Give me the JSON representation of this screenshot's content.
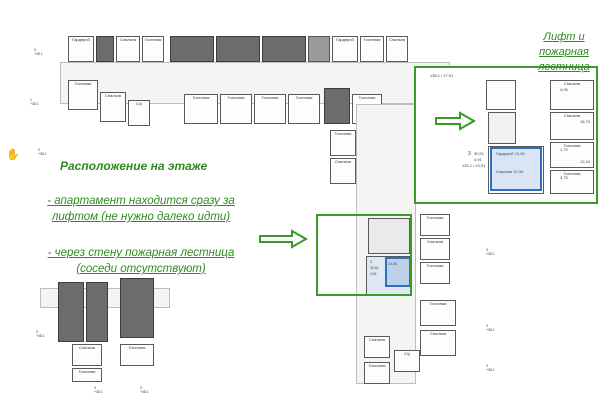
{
  "labels": {
    "location": "Расположение на этаже",
    "callout_title_line1": "Лифт и",
    "callout_title_line2": "пожарная",
    "callout_title_line3": "лестница",
    "note1_line1": "- апартамент находится сразу за",
    "note1_line2": "лифтом (не нужно далеко идти)",
    "note2_line1": "- через стену пожарная лестница",
    "note2_line2": "(соседи отсутствуют)"
  },
  "room_names": {
    "bathroom": "Гардероб",
    "living": "Гостиная",
    "bedroom": "Спальня",
    "bath": "С/у"
  },
  "highlight": {
    "apt_no": "3",
    "area_total": "30,51",
    "area_living": "4,91",
    "room_area": "10,00"
  },
  "callout_values": {
    "level_mark": "±38.1 / 17.51",
    "apt_no": "3",
    "area_total": "30,51",
    "area_living": "4,91",
    "corridor": "±25.1 / ±3,91",
    "bathroom_area": "10,00",
    "bed_area_1": "12,44",
    "bed_area_2": "4,95",
    "living_area": "18,75",
    "bath_area": "1,70",
    "misc_area_1": "3,75",
    "misc_area_2": "12,44"
  },
  "colors": {
    "green": "#2e8b1f",
    "blue": "#2f6fc0",
    "dark_room": "#6c6c6c"
  },
  "icons": {
    "cursor": "hand-cursor-icon",
    "arrow": "right-arrow-icon"
  }
}
